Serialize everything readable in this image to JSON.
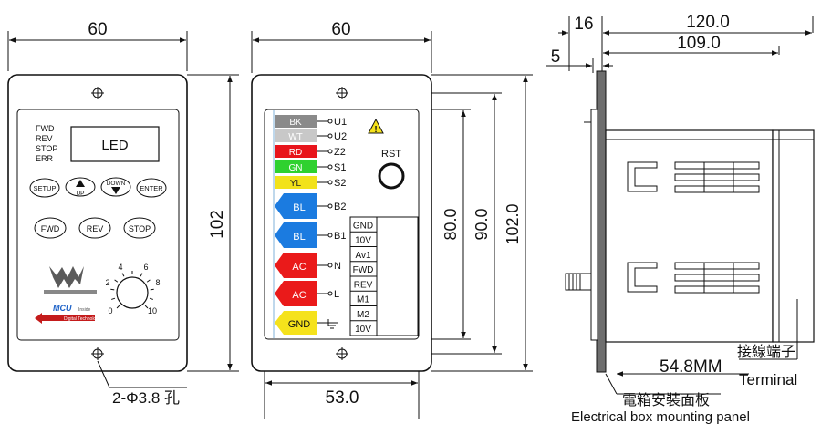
{
  "front_view": {
    "width_dim": "60",
    "height_dim": "102",
    "status_labels": [
      "FWD",
      "REV",
      "STOP",
      "ERR"
    ],
    "display": "LED",
    "buttons": {
      "setup": "SETUP",
      "up": "UP",
      "down": "DOWN",
      "enter": "ENTER",
      "fwd": "FWD",
      "rev": "REV",
      "stop": "STOP"
    },
    "dial_marks": [
      "0",
      "2",
      "4",
      "6",
      "8",
      "10"
    ],
    "badge": {
      "mcu": "MCU",
      "inside": "Inside",
      "tagline": "Digital Technology"
    },
    "hole_note": "2-Φ3.8 孔"
  },
  "terminal_view": {
    "width_dim": "60",
    "bottom_dim": "53.0",
    "dims": {
      "inner": "80.0",
      "mid": "90.0",
      "outer": "102.0"
    },
    "wires": [
      {
        "color_label": "BK",
        "terminal": "U1",
        "fill": "#8a8a8a",
        "text_color": "#ffffff"
      },
      {
        "color_label": "WT",
        "terminal": "U2",
        "fill": "#c8c8c8",
        "text_color": "#ffffff"
      },
      {
        "color_label": "RD",
        "terminal": "Z2",
        "fill": "#e8141b",
        "text_color": "#ffffff"
      },
      {
        "color_label": "GN",
        "terminal": "S1",
        "fill": "#2fd12f",
        "text_color": "#ffffff"
      },
      {
        "color_label": "YL",
        "terminal": "S2",
        "fill": "#f2e21a",
        "text_color": "#222222"
      }
    ],
    "arrows": [
      {
        "label": "BL",
        "terminal": "B2",
        "fill": "#1b7be0"
      },
      {
        "label": "BL",
        "terminal": "B1",
        "fill": "#1b7be0"
      },
      {
        "label": "AC",
        "terminal": "N",
        "fill": "#ea1a1a"
      },
      {
        "label": "AC",
        "terminal": "L",
        "fill": "#ea1a1a"
      },
      {
        "label": "GND",
        "terminal": "",
        "fill": "#f5e21c"
      }
    ],
    "control_terminals": [
      "GND",
      "10V",
      "Av1",
      "FWD",
      "REV",
      "M1",
      "M2",
      "10V"
    ],
    "reset_label": "RST",
    "warning_symbol": "!"
  },
  "side_view": {
    "dims": {
      "d16": "16",
      "d5": "5",
      "d120": "120.0",
      "d109": "109.0",
      "d548": "54.8MM"
    },
    "terminal_cn": "接線端子",
    "terminal_en": "Terminal",
    "panel_cn": "電箱安裝面板",
    "panel_en": "Electrical box mounting panel"
  }
}
